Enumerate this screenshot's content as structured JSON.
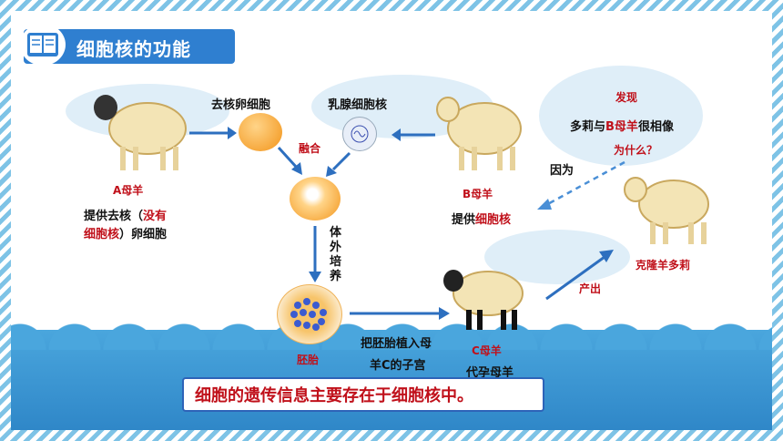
{
  "title": "细胞核的功能",
  "labels": {
    "enucleated_egg": "去核卵细胞",
    "mammary_nucleus": "乳腺细胞核",
    "fusion": "融合",
    "ewe_a": "A母羊",
    "provide_a_1": "提供去核（",
    "provide_a_red1": "没有",
    "provide_a_red2": "细胞核",
    "provide_a_2": "）卵细胞",
    "ewe_b": "B母羊",
    "provide_b_1": "提供",
    "provide_b_red": "细胞核",
    "culture": "体外培养",
    "embryo": "胚胎",
    "implant_1": "把胚胎植入母",
    "implant_2": "羊C的子宫",
    "ewe_c": "C母羊",
    "surrogate": "代孕母羊",
    "produce": "产出",
    "dolly": "克隆羊多莉",
    "discover": "发现",
    "q_1": "多莉与",
    "q_red": "B母羊",
    "q_2": "很相像",
    "why": "为什么？",
    "because": "因为"
  },
  "conclusion": "细胞的遗传信息主要存在于细胞核中。",
  "colors": {
    "accent_red": "#c0101a",
    "title_bg": "#2f7fd0",
    "arrow_blue": "#2d6fbf",
    "water": "#3a96d6"
  }
}
